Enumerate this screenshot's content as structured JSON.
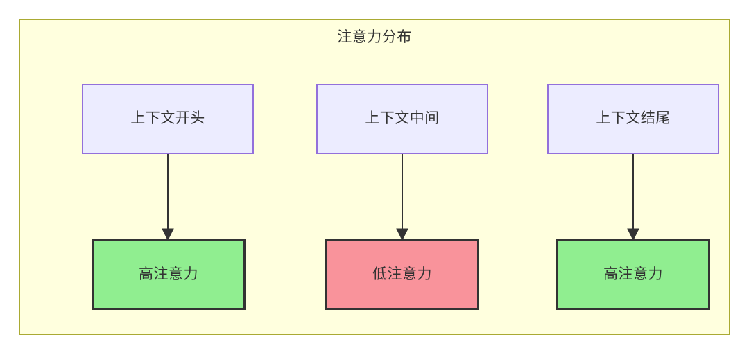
{
  "diagram": {
    "title": "注意力分布",
    "type": "flowchart",
    "container": {
      "label": "注意力分布",
      "fill_color": "#ffffde",
      "border_color": "#aaaa33"
    },
    "columns": [
      {
        "source": {
          "label": "上下文开头",
          "fill_color": "#ececff",
          "border_color": "#9370db"
        },
        "result": {
          "label": "高注意力",
          "fill_color": "#90ee90",
          "border_color": "#333333",
          "level": "high"
        },
        "edge": {
          "arrowhead": "solid-triangle",
          "color": "#333333"
        }
      },
      {
        "source": {
          "label": "上下文中间",
          "fill_color": "#ececff",
          "border_color": "#9370db"
        },
        "result": {
          "label": "低注意力",
          "fill_color": "#f9939b",
          "border_color": "#333333",
          "level": "low"
        },
        "edge": {
          "arrowhead": "solid-triangle",
          "color": "#333333"
        }
      },
      {
        "source": {
          "label": "上下文结尾",
          "fill_color": "#ececff",
          "border_color": "#9370db"
        },
        "result": {
          "label": "高注意力",
          "fill_color": "#90ee90",
          "border_color": "#333333",
          "level": "high"
        },
        "edge": {
          "arrowhead": "solid-triangle",
          "color": "#333333"
        }
      }
    ]
  }
}
